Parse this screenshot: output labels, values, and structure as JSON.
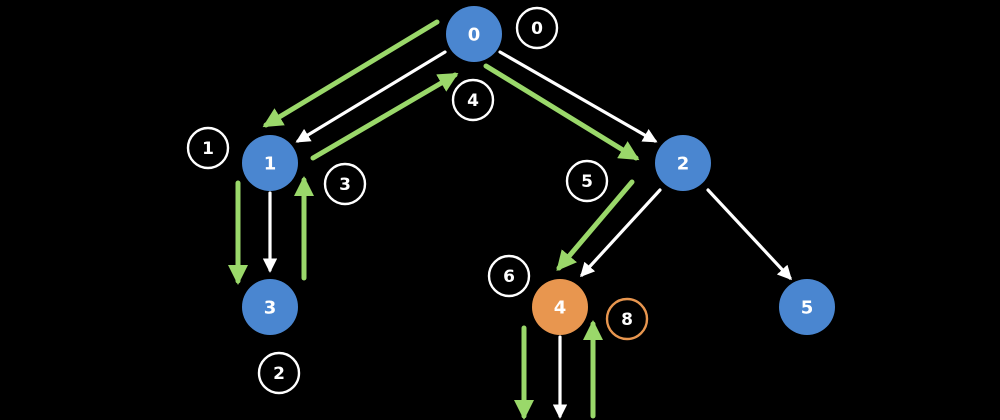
{
  "colors": {
    "background": "#000000",
    "node_blue": "#4a86d0",
    "node_orange": "#e8964f",
    "edge": "#ffffff",
    "traversal_arrow": "#9ad86a",
    "step_ring": "#ffffff",
    "step_ring_highlight": "#e8964f"
  },
  "nodes": [
    {
      "id": "0",
      "label": "0",
      "color": "blue"
    },
    {
      "id": "1",
      "label": "1",
      "color": "blue"
    },
    {
      "id": "2",
      "label": "2",
      "color": "blue"
    },
    {
      "id": "3",
      "label": "3",
      "color": "blue"
    },
    {
      "id": "4",
      "label": "4",
      "color": "orange"
    },
    {
      "id": "5",
      "label": "5",
      "color": "blue"
    }
  ],
  "edges": [
    {
      "from": "0",
      "to": "1"
    },
    {
      "from": "0",
      "to": "2"
    },
    {
      "from": "1",
      "to": "3"
    },
    {
      "from": "2",
      "to": "4"
    },
    {
      "from": "2",
      "to": "5"
    },
    {
      "from": "4",
      "to": "below"
    }
  ],
  "steps": [
    {
      "label": "0",
      "highlight": false
    },
    {
      "label": "1",
      "highlight": false
    },
    {
      "label": "2",
      "highlight": false
    },
    {
      "label": "3",
      "highlight": false
    },
    {
      "label": "4",
      "highlight": false
    },
    {
      "label": "5",
      "highlight": false
    },
    {
      "label": "6",
      "highlight": false
    },
    {
      "label": "8",
      "highlight": true
    }
  ]
}
